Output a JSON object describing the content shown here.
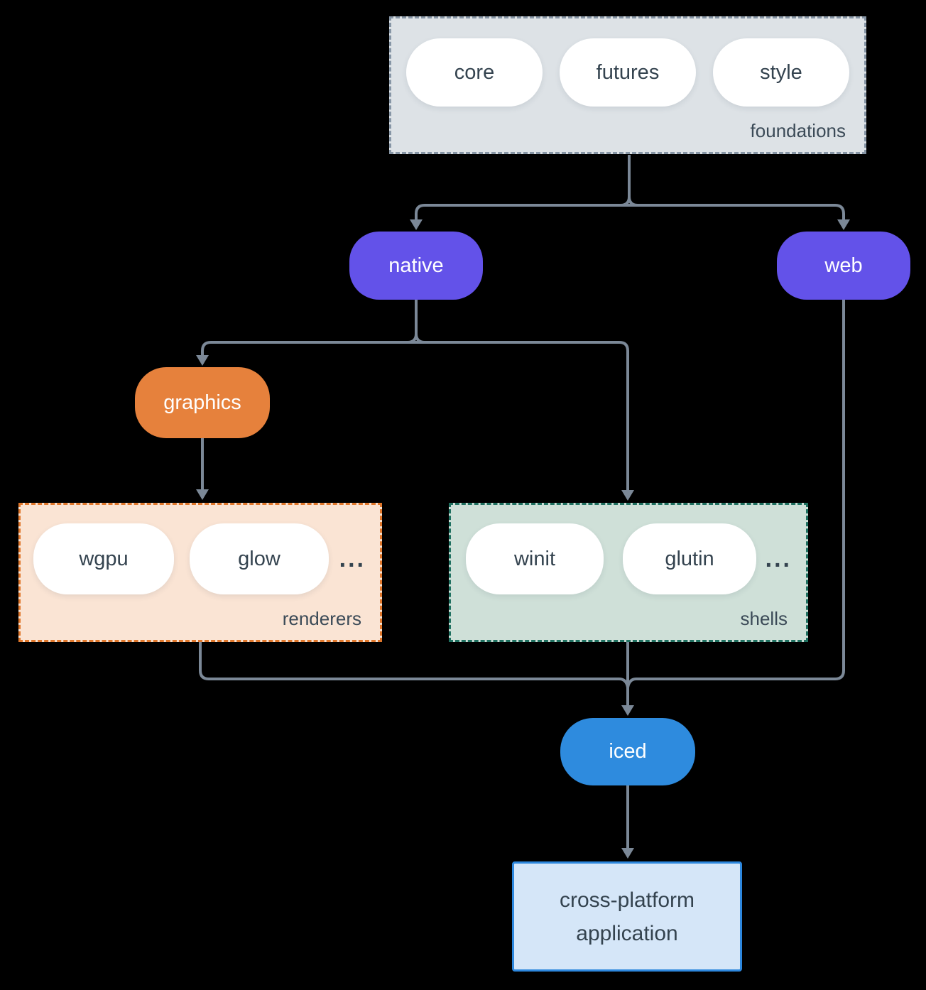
{
  "diagram": {
    "background": "#000000",
    "connector_color": "#7b8897",
    "foundations": {
      "label": "foundations",
      "items": [
        "core",
        "futures",
        "style"
      ],
      "bg": "#dde2e6",
      "border": "#8695a5"
    },
    "native": {
      "label": "native",
      "bg": "#6352e9"
    },
    "web": {
      "label": "web",
      "bg": "#6352e9"
    },
    "graphics": {
      "label": "graphics",
      "bg": "#e6813c"
    },
    "renderers": {
      "label": "renderers",
      "items": [
        "wgpu",
        "glow"
      ],
      "ellipsis": "...",
      "bg": "#fae4d4",
      "border": "#e0772b"
    },
    "shells": {
      "label": "shells",
      "items": [
        "winit",
        "glutin"
      ],
      "ellipsis": "...",
      "bg": "#cfe0d8",
      "border": "#1f7060"
    },
    "iced": {
      "label": "iced",
      "bg": "#2e8bde"
    },
    "application": {
      "label": "cross-platform application",
      "bg": "#d5e6f8",
      "border": "#2d87dd"
    }
  }
}
